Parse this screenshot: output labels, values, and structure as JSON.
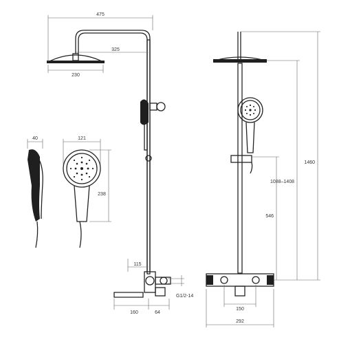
{
  "colors": {
    "line": "#222222",
    "dim": "#666666",
    "fill": "#1f1f1f",
    "background": "#ffffff"
  },
  "dimensions": {
    "overall_width": "475",
    "arm_length": "325",
    "head_diameter": "230",
    "overall_height": "1460",
    "height_range": "1088–1408",
    "holder_height": "546",
    "hand_depth": "40",
    "hand_head_width": "121",
    "hand_length": "238",
    "spout_offset": "115",
    "spout_length": "160",
    "inlet_offset": "64",
    "thread": "G1/2-14",
    "inlet_spacing": "150",
    "body_width": "292"
  }
}
